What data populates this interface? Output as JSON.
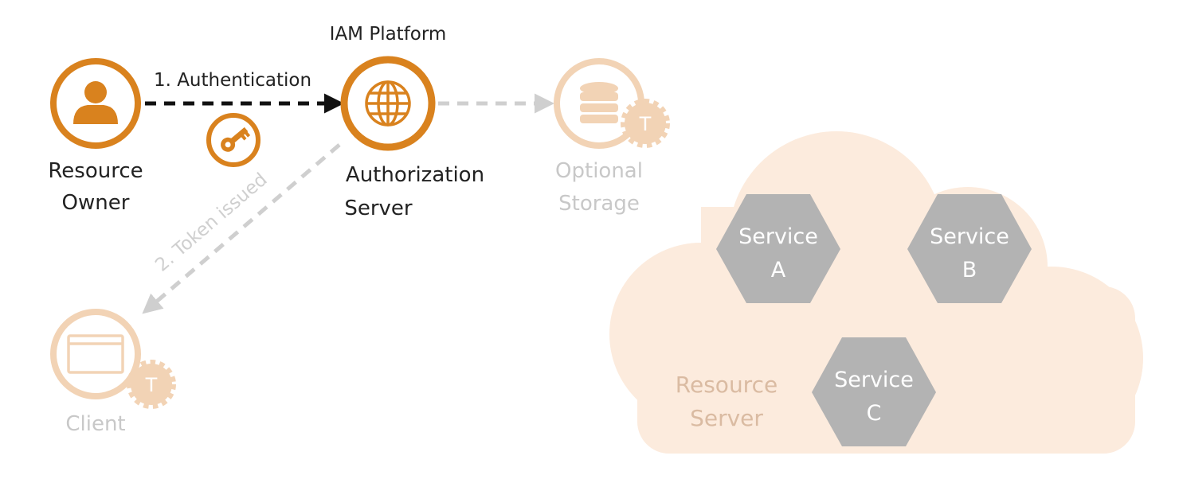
{
  "platform": {
    "label": "IAM Platform"
  },
  "steps": {
    "authentication": "1. Authentication",
    "token_issued": "2. Token issued"
  },
  "nodes": {
    "resource_owner": {
      "line1": "Resource",
      "line2": "Owner",
      "icon": "user-icon"
    },
    "authorization_server": {
      "line1": "Authorization",
      "line2": "Server",
      "icon": "globe-icon"
    },
    "optional_storage": {
      "line1": "Optional",
      "line2": "Storage",
      "icon": "database-icon",
      "badge": "T"
    },
    "client": {
      "label": "Client",
      "icon": "browser-window-icon",
      "badge": "T"
    },
    "resource_server": {
      "line1": "Resource",
      "line2": "Server"
    },
    "key": {
      "icon": "key-icon"
    }
  },
  "services": [
    {
      "line1": "Service",
      "line2": "A"
    },
    {
      "line1": "Service",
      "line2": "B"
    },
    {
      "line1": "Service",
      "line2": "C"
    }
  ],
  "colors": {
    "accent": "#D9821E",
    "accent_faded": "#F2D3B5",
    "cloud": "#FCEBDD",
    "service_hex": "#B3B3B3",
    "text": "#222222",
    "faded_text": "#C8C8C8",
    "dash_dark": "#111111",
    "dash_light": "#CFCFCF"
  }
}
